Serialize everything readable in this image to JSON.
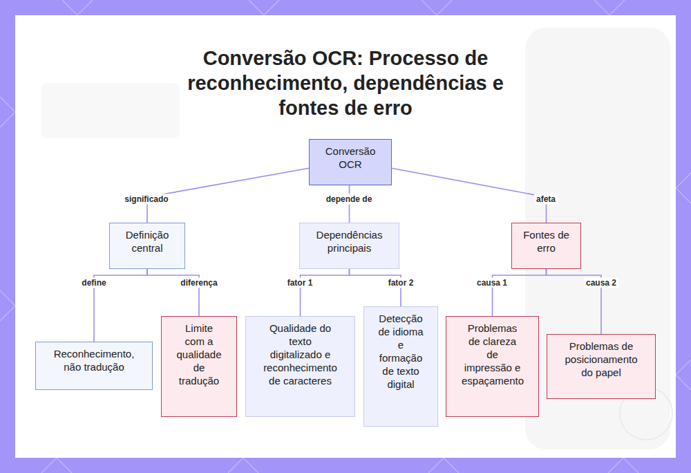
{
  "diagram": {
    "title": "Conversão OCR: Processo de reconhecimento, dependências e fontes de erro",
    "nodes": [
      {
        "text": [
          "Conversão OCR"
        ]
      },
      {
        "text": [
          "Definição central"
        ]
      },
      {
        "text": [
          "Dependências principais"
        ]
      },
      {
        "text": [
          "Fontes de erro"
        ]
      },
      {
        "text": [
          "Reconhecimento, não tradução"
        ]
      },
      {
        "text": [
          "Limite com a qualidade de tradução"
        ]
      },
      {
        "text": [
          "Qualidade do texto digitalizado e reconhecimento de caracteres"
        ]
      },
      {
        "text": [
          "Detecção de idioma e formação de texto digital"
        ]
      },
      {
        "text": [
          "Problemas de clareza de impressão e espaçamento"
        ]
      },
      {
        "text": [
          "Problemas de posicionamento do papel"
        ]
      }
    ],
    "edges": [
      {
        "from": 0,
        "to": 1,
        "arrow": "none",
        "label": "significado"
      },
      {
        "from": 0,
        "to": 2,
        "arrow": "none",
        "label": "depende de"
      },
      {
        "from": 0,
        "to": 3,
        "arrow": "none",
        "label": "afeta"
      },
      {
        "from": 1,
        "to": 4,
        "arrow": "none",
        "label": "define"
      },
      {
        "from": 1,
        "to": 5,
        "arrow": "none",
        "label": "diferença"
      },
      {
        "from": 2,
        "to": 6,
        "arrow": "none",
        "label": "fator 1"
      },
      {
        "from": 2,
        "to": 7,
        "arrow": "none",
        "label": "fator 2"
      },
      {
        "from": 3,
        "to": 8,
        "arrow": "none",
        "label": "causa 1"
      },
      {
        "from": 3,
        "to": 9,
        "arrow": "none",
        "label": "causa 2"
      }
    ]
  }
}
